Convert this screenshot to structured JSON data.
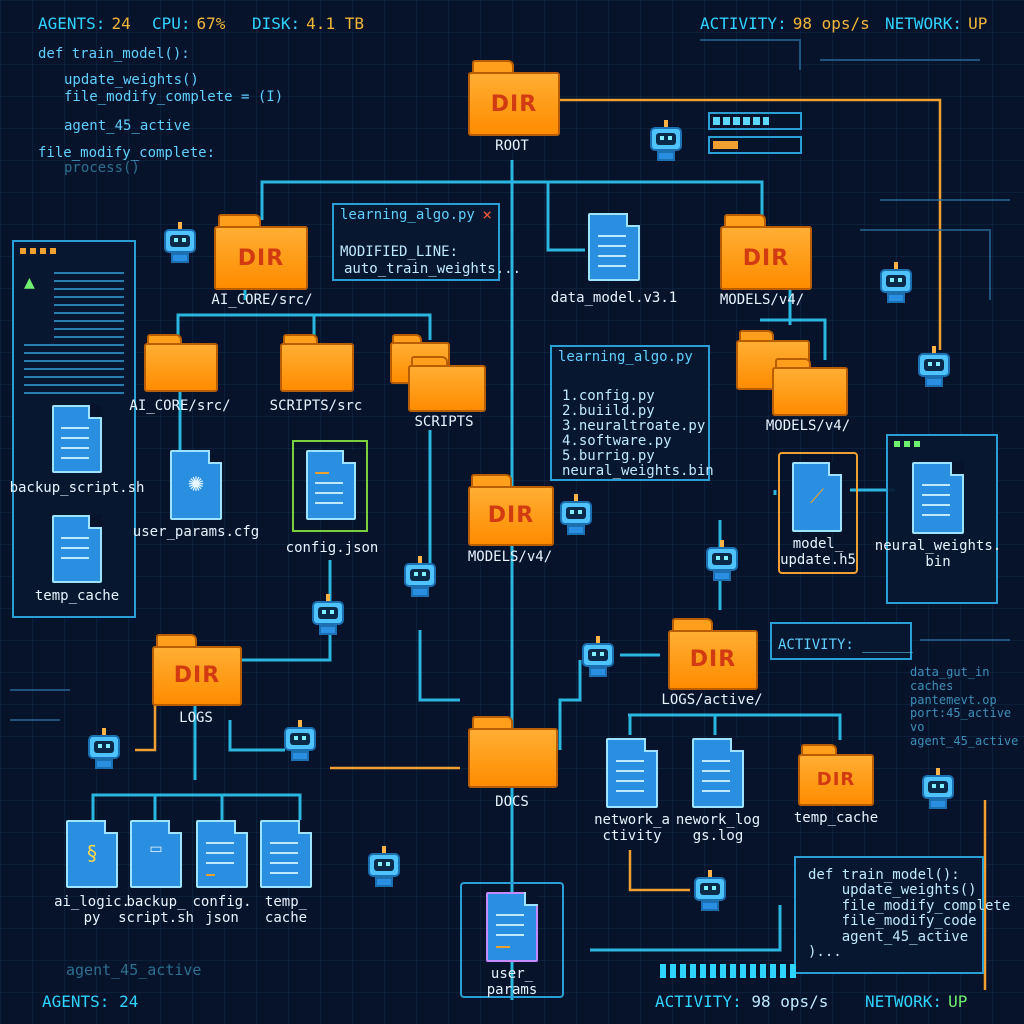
{
  "status_top": {
    "agents_label": "AGENTS:",
    "agents_value": "24",
    "cpu_label": "CPU:",
    "cpu_value": "67%",
    "disk_label": "DISK:",
    "disk_value": "4.1 TB",
    "activity_label": "ACTIVITY:",
    "activity_value": "98 ops/s",
    "network_label": "NETWORK:",
    "network_value": "UP"
  },
  "status_bottom": {
    "agents": "AGENTS: 24",
    "activity_label": "ACTIVITY:",
    "activity_value": "98 ops/s",
    "network_label": "NETWORK:",
    "network_value": "UP"
  },
  "code_top_left": {
    "line1": "def train_model():",
    "line2": "update_weights()",
    "line3": "file_modify_complete = (I)",
    "line4": "agent_45_active",
    "line5": "file_modify_complete:",
    "line6": "process()"
  },
  "folders": {
    "root": "ROOT",
    "ai_core": "AI_CORE/src/",
    "models_v4_top": "MODELS/v4/",
    "ai_core_2": "AI_CORE/src/",
    "scripts_src": "SCRIPTS/src",
    "scripts": "SCRIPTS",
    "models_v4_mid": "MODELS/v4/",
    "models_v4_right": "MODELS/v4/",
    "logs": "LOGS",
    "logs_active": "LOGS/active/",
    "docs": "DOCS",
    "temp_cache": "temp_cache",
    "dir_text": "DIR"
  },
  "files": {
    "data_model": "data_model.v3.1",
    "backup_script": "backup_script.sh",
    "user_params_cfg": "user_params.cfg",
    "config_json": "config.json",
    "temp_cache": "temp_cache",
    "model_update": "model_\nupdate.h5",
    "neural_weights": "neural_weights.\nbin",
    "ai_logic": "ai_logic.\npy",
    "backup_script2": "backup_\nscript.sh",
    "config_json2": "config.\njson",
    "temp_cache2": "temp_\ncache",
    "network_activity": "network_a\nctivity",
    "network_logs": "nework_log\ngs.log",
    "user_params": "user_\nparams"
  },
  "panel_learning_top": {
    "title": "learning_algo.py",
    "close": "×",
    "line1": "MODIFIED_LINE:",
    "line2": "auto_train_weights..."
  },
  "panel_learning_mid": {
    "title": "learning_algo.py",
    "items": [
      "1.config.py",
      "2.buiild.py",
      "3.neuraltroate.py",
      "4.software.py",
      "5.burrig.py",
      "neural_weights.bin"
    ]
  },
  "activity_panel": "ACTIVITY: ______",
  "right_text": "data_gut_in\ncaches\npantemevt.op\nport:45_active\nvo\nagent_45_active",
  "code_bottom_right": "def train_model():\n    update_weights()\n    file_modify_complete\n    file_modify_code\n    agent_45_active\n)...",
  "bottom_left_text": "agent_45_active",
  "colors": {
    "background": "#07132a",
    "wire": "#2fd3ff",
    "accent": "#f0b63a",
    "folder": "#ff9f1c",
    "file": "#2a8fe0",
    "up": "#6ff06f"
  }
}
